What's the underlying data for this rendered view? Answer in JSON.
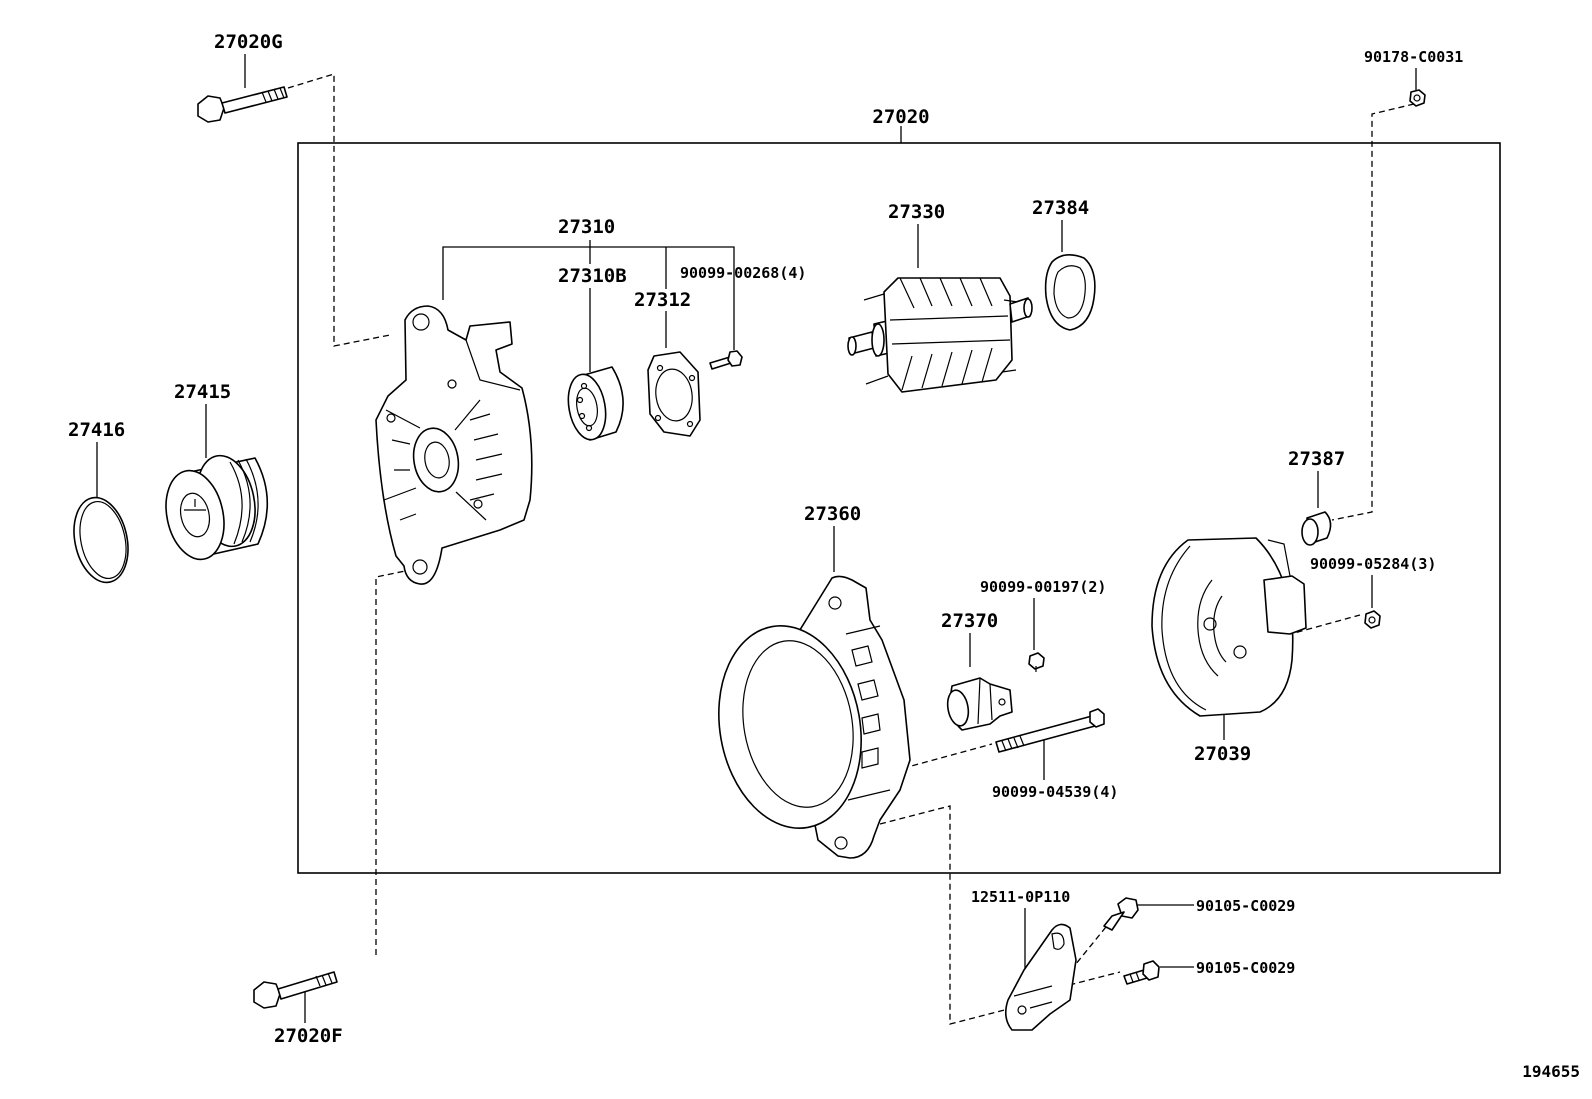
{
  "diagram": {
    "assembly_label": "27020",
    "figure_number": "194655",
    "parts": {
      "p27020G": "27020G",
      "p27020F": "27020F",
      "p90178": "90178-C0031",
      "p27310": "27310",
      "p27310B": "27310B",
      "p27312": "27312",
      "p90099_00268": "90099-00268(4)",
      "p27330": "27330",
      "p27384": "27384",
      "p27416": "27416",
      "p27415": "27415",
      "p27387": "27387",
      "p90099_05284": "90099-05284(3)",
      "p27360": "27360",
      "p90099_00197": "90099-00197(2)",
      "p27370": "27370",
      "p27039": "27039",
      "p90099_04539": "90099-04539(4)",
      "p12511": "12511-0P110",
      "p90105_a": "90105-C0029",
      "p90105_b": "90105-C0029"
    }
  }
}
